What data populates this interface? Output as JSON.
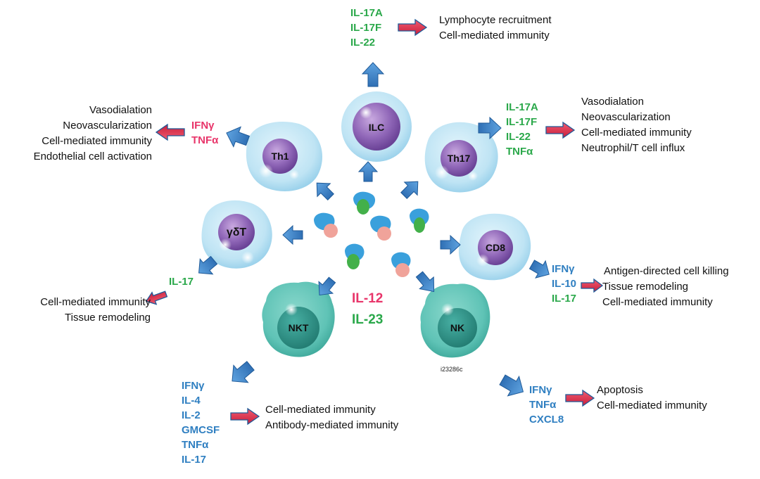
{
  "cells": {
    "ilc": "ILC",
    "th1": "Th1",
    "th17": "Th17",
    "gdt": "γδT",
    "cd8": "CD8",
    "nkt": "NKT",
    "nk": "NK"
  },
  "center": {
    "il12": "IL-12",
    "il23": "IL-23"
  },
  "figure_code": "i23286c",
  "ilc_cytokines": [
    "IL-17A",
    "IL-17F",
    "IL-22"
  ],
  "ilc_effects": [
    "Lymphocyte recruitment",
    "Cell-mediated immunity"
  ],
  "th1_cytokines": [
    "IFNγ",
    "TNFα"
  ],
  "th1_effects": [
    "Vasodialation",
    "Neovascularization",
    "Cell-mediated immunity",
    "Endothelial cell activation"
  ],
  "th17_cytokines": [
    "IL-17A",
    "IL-17F",
    "IL-22",
    "TNFα"
  ],
  "th17_effects": [
    "Vasodialation",
    "Neovascularization",
    "Cell-mediated immunity",
    "Neutrophil/T cell influx"
  ],
  "gdt_cytokines": [
    "IL-17"
  ],
  "gdt_effects": [
    "Cell-mediated immunity",
    "Tissue remodeling"
  ],
  "cd8_cytokines": [
    "IFNγ",
    "IL-10",
    "IL-17"
  ],
  "cd8_effects": [
    "Antigen-directed cell killing",
    "Tissue remodeling",
    "Cell-mediated immunity"
  ],
  "nkt_cytokines": [
    "IFNγ",
    "IL-4",
    "IL-2",
    "GMCSF",
    "TNFα",
    "IL-17"
  ],
  "nkt_effects": [
    "Cell-mediated immunity",
    "Antibody-mediated immunity"
  ],
  "nk_cytokines": [
    "IFNγ",
    "TNFα",
    "CXCL8"
  ],
  "nk_effects": [
    "Apoptosis",
    "Cell-mediated immunity"
  ],
  "colors": {
    "th1_cytokine": "#e8356a",
    "il17_family": "#2aa84a",
    "cd8_nk_nkt_cytokine": "#2f7fc1",
    "effect_arrow": "#e0334f",
    "path_arrow": "#3a7cc4",
    "t_cell_body": "#bfe4f4",
    "t_cell_nucleus": "#8b5fb2",
    "nk_cell_body": "#5fc3b6",
    "nk_cell_nucleus": "#2f968b"
  }
}
